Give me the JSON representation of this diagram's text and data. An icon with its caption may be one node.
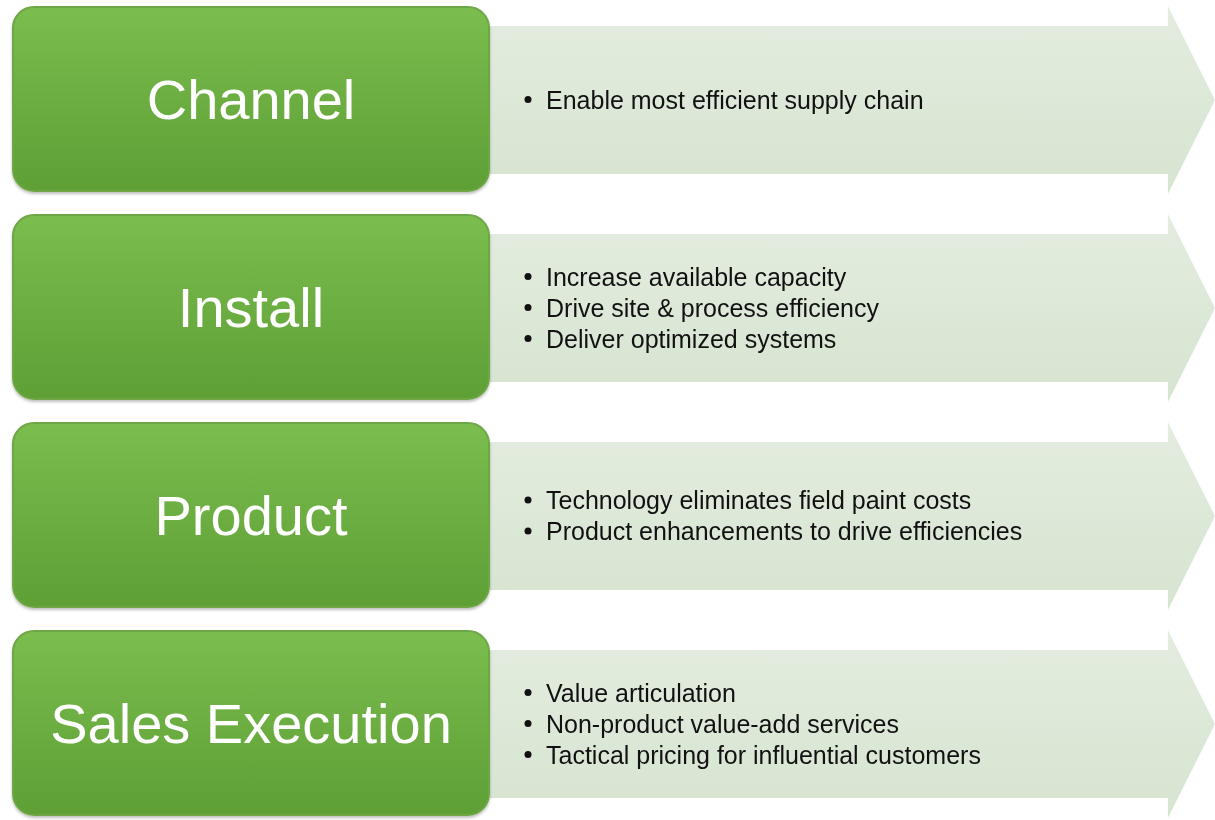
{
  "diagram": {
    "nodes": [
      {
        "text": [
          "Channel"
        ]
      },
      {
        "text": [
          "Enable most efficient supply chain"
        ]
      },
      {
        "text": [
          "Install"
        ]
      },
      {
        "text": [
          "Increase available capacity",
          "Drive site & process efficiency",
          "Deliver optimized systems"
        ]
      },
      {
        "text": [
          "Product"
        ]
      },
      {
        "text": [
          "Technology eliminates field paint costs",
          "Product enhancements to drive efficiencies"
        ]
      },
      {
        "text": [
          "Sales Execution"
        ]
      },
      {
        "text": [
          "Value articulation",
          "Non-product value-add services",
          "Tactical pricing for influential customers"
        ]
      }
    ]
  }
}
